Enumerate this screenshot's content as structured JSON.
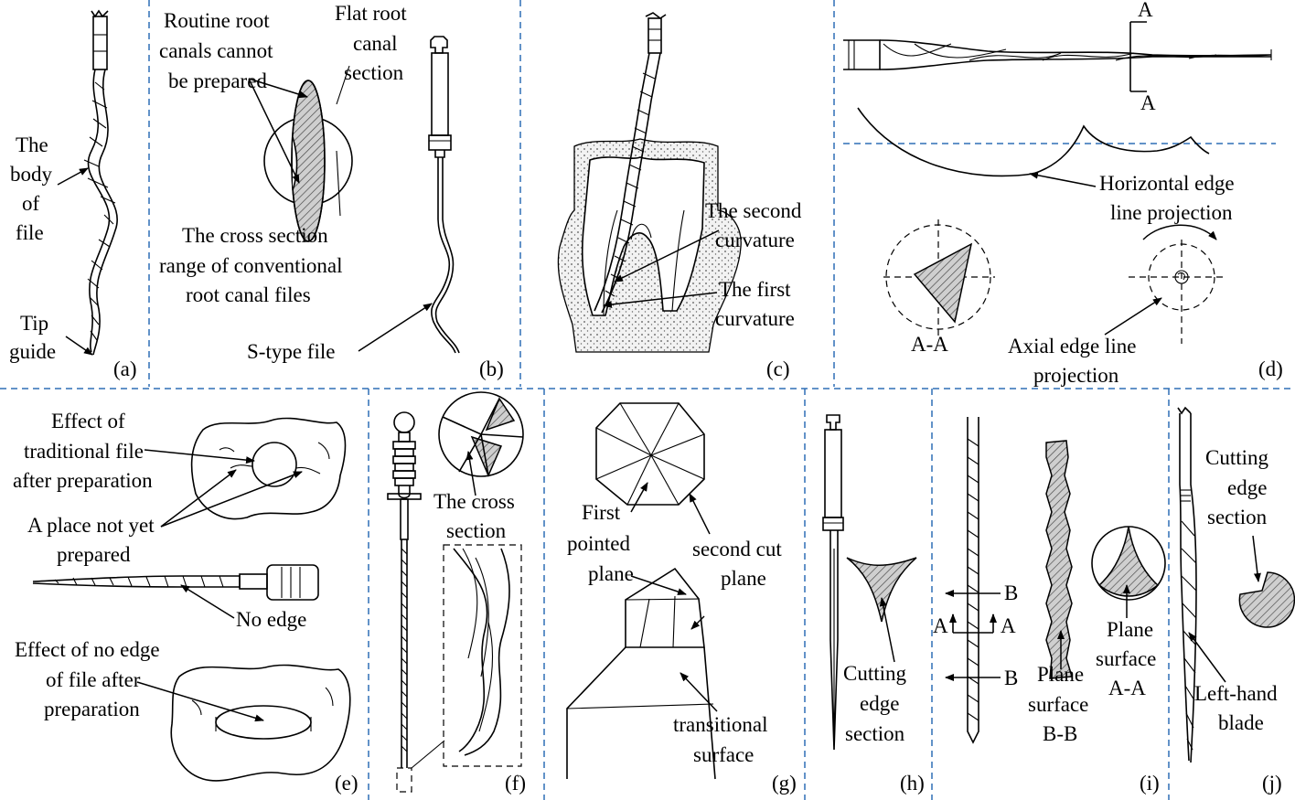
{
  "panels": {
    "a": {
      "tag": "(a)",
      "labels": [
        "The",
        "body",
        "of",
        "file",
        "Tip",
        "guide"
      ]
    },
    "b": {
      "tag": "(b)",
      "labels": [
        "Routine root",
        "canals cannot",
        "be prepared",
        "Flat root",
        "canal",
        "section",
        "The cross section",
        "range of conventional",
        "root canal files",
        "S-type  file"
      ]
    },
    "c": {
      "tag": "(c)",
      "labels": [
        "The second",
        "curvature",
        "The first",
        "curvature"
      ]
    },
    "d": {
      "tag": "(d)",
      "labels": [
        "A",
        "A",
        "Horizontal edge",
        "line projection",
        "A-A",
        "Axial edge line",
        "projection"
      ]
    },
    "e": {
      "tag": "(e)",
      "labels": [
        "Effect of",
        "traditional file",
        "after preparation",
        "A place not yet",
        "prepared",
        "No edge",
        "Effect of no edge",
        "of file after",
        "preparation"
      ]
    },
    "f": {
      "tag": "(f)",
      "labels": [
        "The cross",
        "section"
      ]
    },
    "g": {
      "tag": "(g)",
      "labels": [
        "First",
        "pointed",
        "plane",
        "second cut",
        "plane",
        "transitional",
        "surface"
      ]
    },
    "h": {
      "tag": "(h)",
      "labels": [
        "Cutting",
        "edge",
        "section"
      ]
    },
    "i": {
      "tag": "(i)",
      "labels": [
        "B",
        "A",
        "A",
        "B",
        "Plane",
        "surface",
        "B-B",
        "Plane",
        "surface",
        "A-A"
      ]
    },
    "j": {
      "tag": "(j)",
      "labels": [
        "Cutting",
        "edge",
        "section",
        "Left-hand",
        "blade"
      ]
    }
  },
  "colors": {
    "separator": "#2f6eb5",
    "ink": "#000000",
    "hatch": "#555555"
  }
}
